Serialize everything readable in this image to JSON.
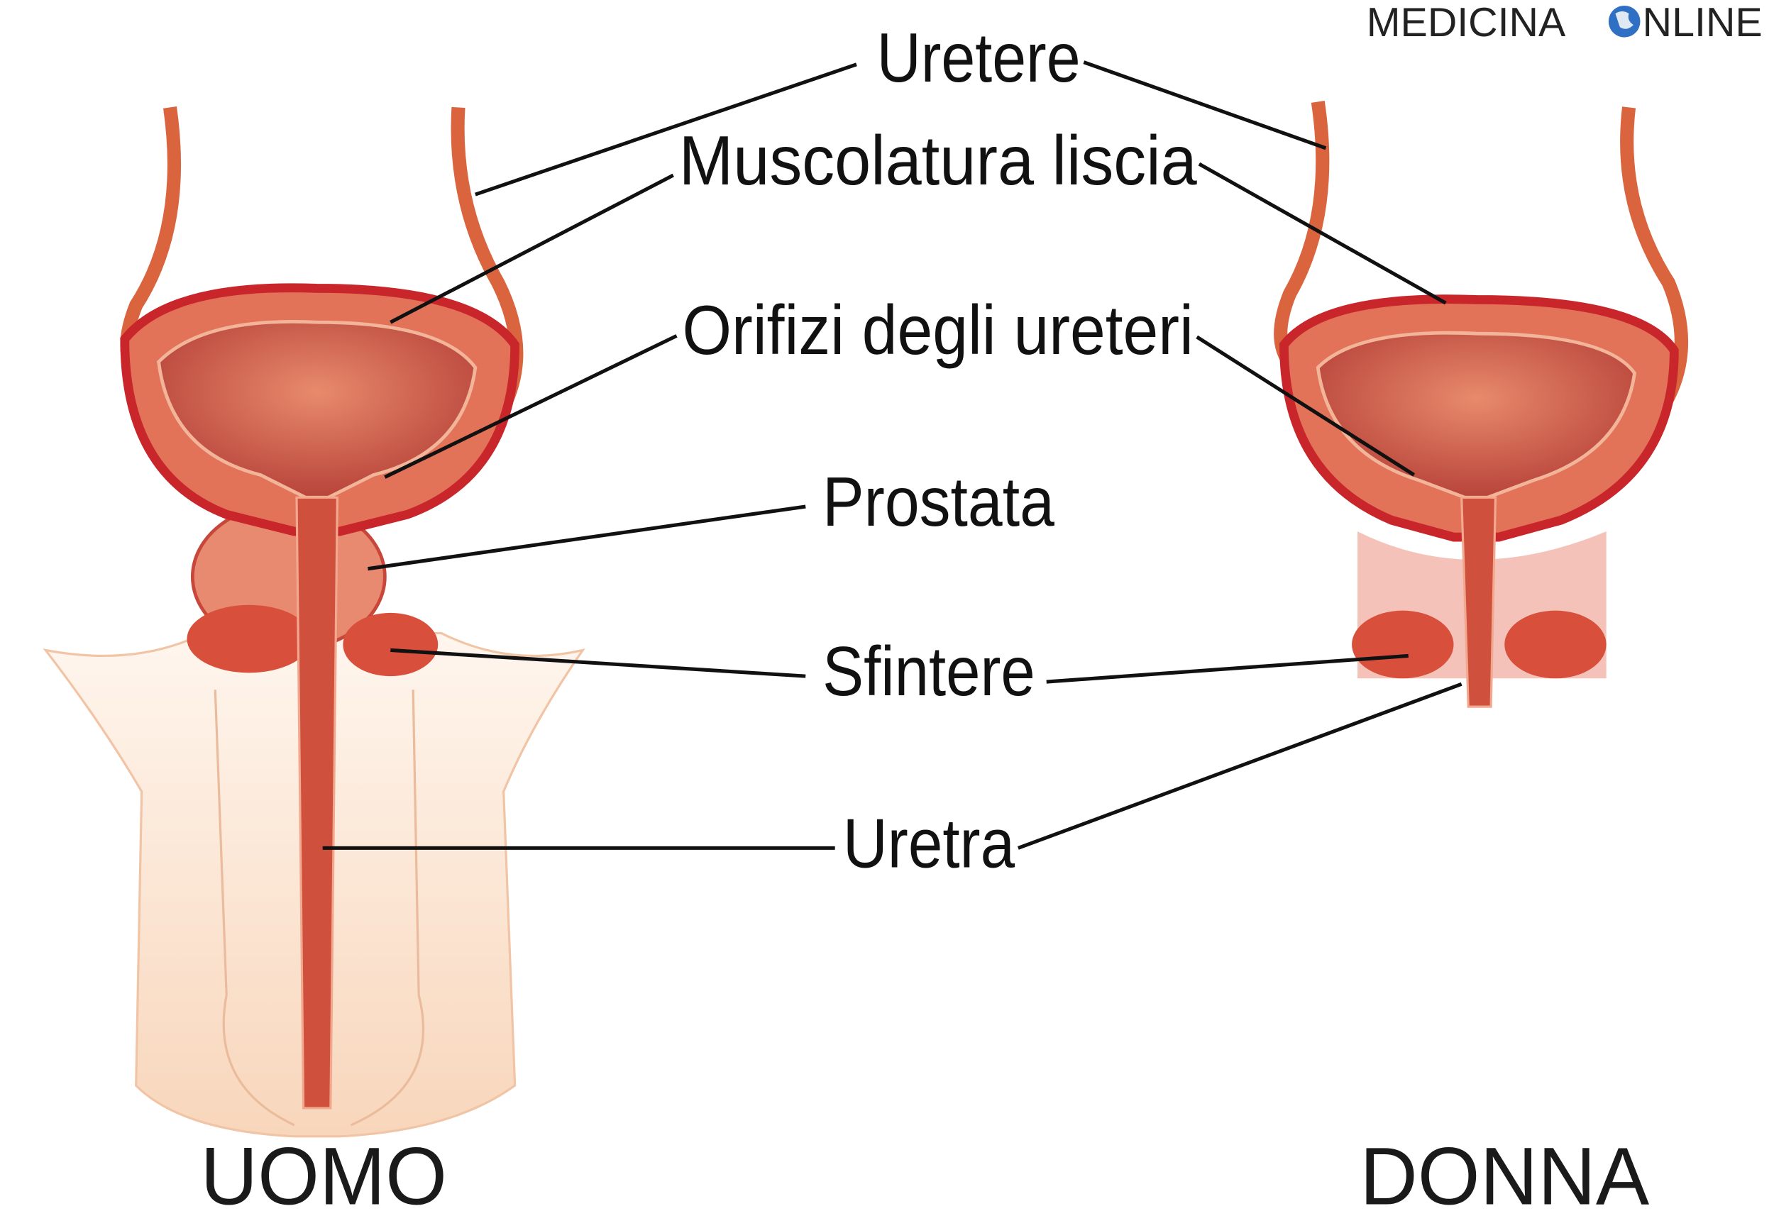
{
  "logo": {
    "text_left": "MEDICINA",
    "text_right": "NLINE"
  },
  "labels": {
    "uretere": "Uretere",
    "muscolatura": "Muscolatura liscia",
    "orifizi": "Orifizi degli ureteri",
    "prostata": "Prostata",
    "sfintere": "Sfintere",
    "uretra": "Uretra"
  },
  "captions": {
    "male": "UOMO",
    "female": "DONNA"
  },
  "colors": {
    "tissue": "#e06a50",
    "wall": "#c8262a",
    "skin": "#fbe3cf",
    "lines": "#111111"
  }
}
